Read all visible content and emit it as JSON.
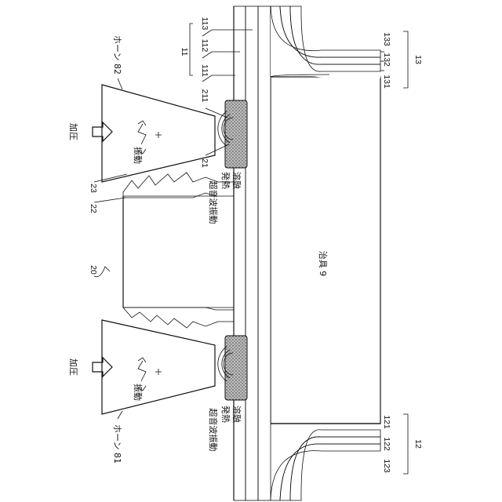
{
  "labels": {
    "horn_top": "ホーン 82",
    "horn_bottom": "ホーン 81",
    "pressure_top": "加圧",
    "pressure_bottom": "加圧",
    "vibration_top": "振動",
    "vibration_bottom": "振動",
    "ultrasonic_top": "超音波振動",
    "ultrasonic_bottom": "超音波振動",
    "heat_top": "発熱",
    "melt_top": "溶融",
    "heat_bottom": "発熱",
    "melt_bottom": "溶融",
    "jig": "治具 9",
    "ref_20": "20",
    "ref_21": "21",
    "ref_211": "211",
    "ref_22": "22",
    "ref_23": "23",
    "ref_11": "11",
    "ref_111": "111",
    "ref_112": "112",
    "ref_113": "113",
    "ref_12": "12",
    "ref_121": "121",
    "ref_122": "122",
    "ref_123": "123",
    "ref_13": "13",
    "ref_131": "131",
    "ref_132": "132",
    "ref_133": "133"
  }
}
